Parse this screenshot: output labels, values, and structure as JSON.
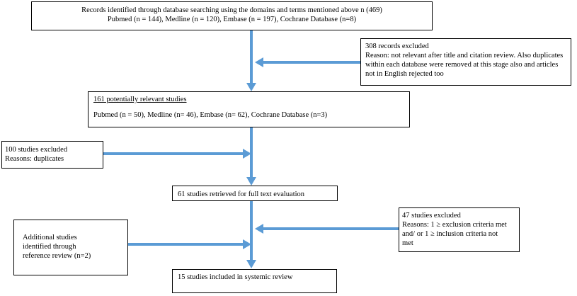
{
  "boxes": {
    "identified": {
      "line1": "Records identified through database searching using the domains and terms mentioned above n (469)",
      "line2": "Pubmed (n = 144), Medline (n = 120), Embase (n = 197), Cochrane Database (n=8)"
    },
    "excluded_308": {
      "line1": "308 records excluded",
      "line2": "Reason:  not relevant after title and citation review. Also duplicates",
      "line3": "within each database were removed at this stage also and articles",
      "line4": "not in English rejected too"
    },
    "relevant_161": {
      "title": "161 potentially relevant studies",
      "line2": "Pubmed (n = 50), Medline  (n= 46), Embase (n= 62), Cochrane Database (n=3)"
    },
    "excluded_100": {
      "line1": "100 studies excluded",
      "line2": "Reasons:  duplicates"
    },
    "retrieved_61": {
      "line1": "61 studies retrieved for full text evaluation"
    },
    "excluded_47": {
      "line1": "47 studies excluded",
      "line2": "Reasons: 1 ≥ exclusion criteria met",
      "line3": "and/ or 1 ≥ inclusion criteria not",
      "line4": "met"
    },
    "additional": {
      "line1": "Additional studies",
      "line2": "identified through",
      "line3": "reference review (n=2)"
    },
    "included_15": {
      "line1": "15 studies included in systemic review"
    }
  },
  "colors": {
    "arrow": "#5b9bd5",
    "border": "#000000"
  }
}
